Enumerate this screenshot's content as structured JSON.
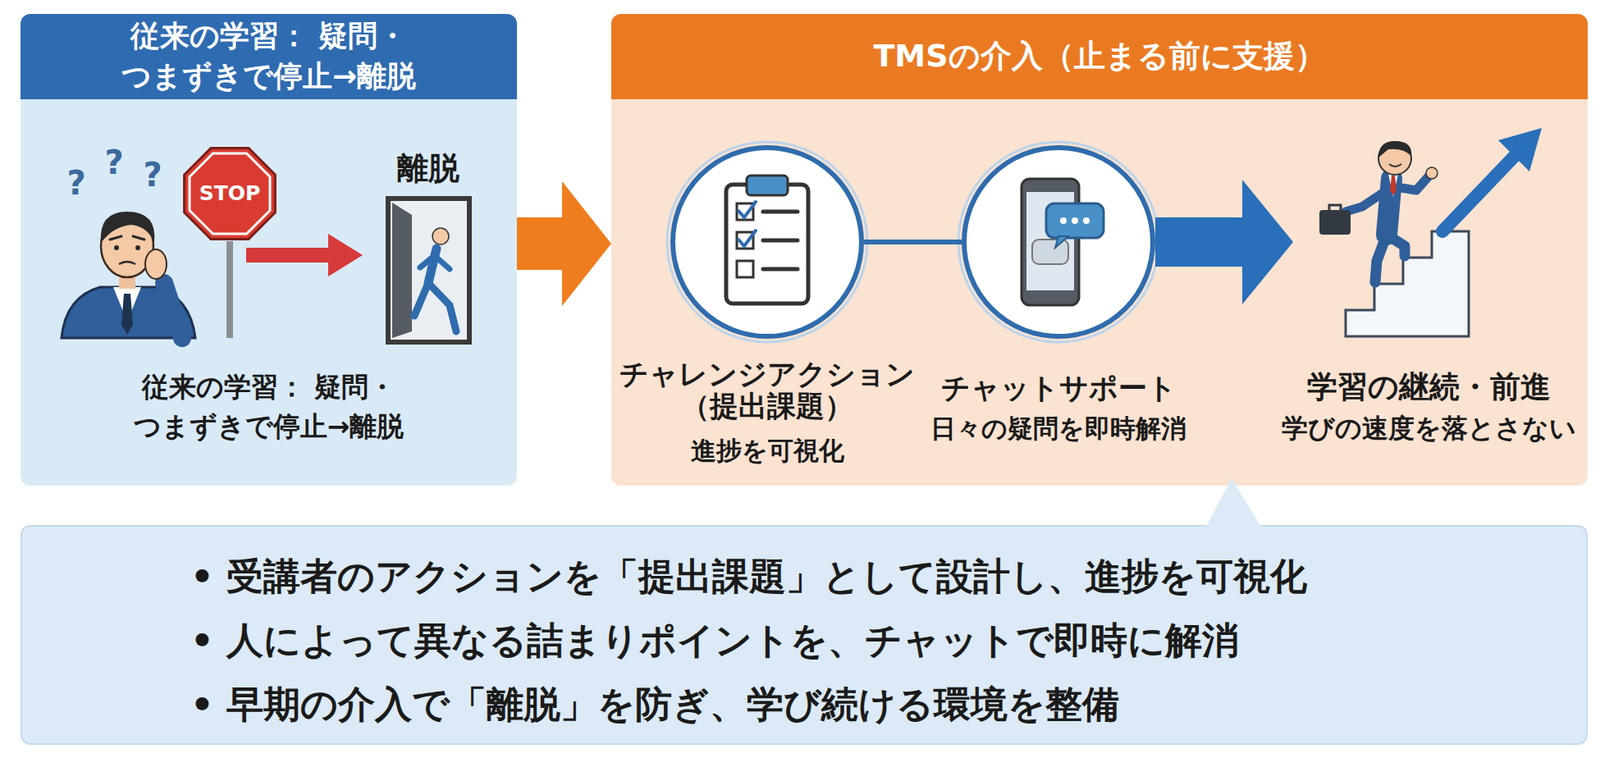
{
  "diagram": {
    "nodes": [
      {
        "text": [
          "従来の学習： 疑問・つまずきで停止→離脱",
          "従来の学習： 疑問・つまずきで停止→離脱"
        ]
      },
      {
        "text": [
          "TMSの介入（止まる前に支援）"
        ]
      },
      {
        "text": [
          "チャレンジアクション （提出課題）",
          "進捗を可視化"
        ],
        "in": 1
      },
      {
        "text": [
          "チャットサポート",
          "日々の疑問を即時解消"
        ],
        "in": 1
      },
      {
        "text": [
          "学習の継続・前進",
          "学びの速度を落とさない"
        ],
        "in": 1
      },
      {
        "text": [
          "• 受講者のアクションを「提出課題」として設計し、進捗を可視化",
          "• 人によって異なる詰まりポイントを、チャットで即時に解消",
          "• 早期の介入で「離脱」を防ぎ、学び続ける環境を整備"
        ]
      }
    ],
    "edges": [
      {
        "from": 0,
        "to": 1,
        "arrow": "to"
      },
      {
        "from": 2,
        "to": 3,
        "arrow": "none"
      },
      {
        "from": 3,
        "to": 4,
        "arrow": "to"
      }
    ],
    "labels": [
      "?",
      "?",
      "?",
      "STOP",
      "離脱"
    ]
  }
}
